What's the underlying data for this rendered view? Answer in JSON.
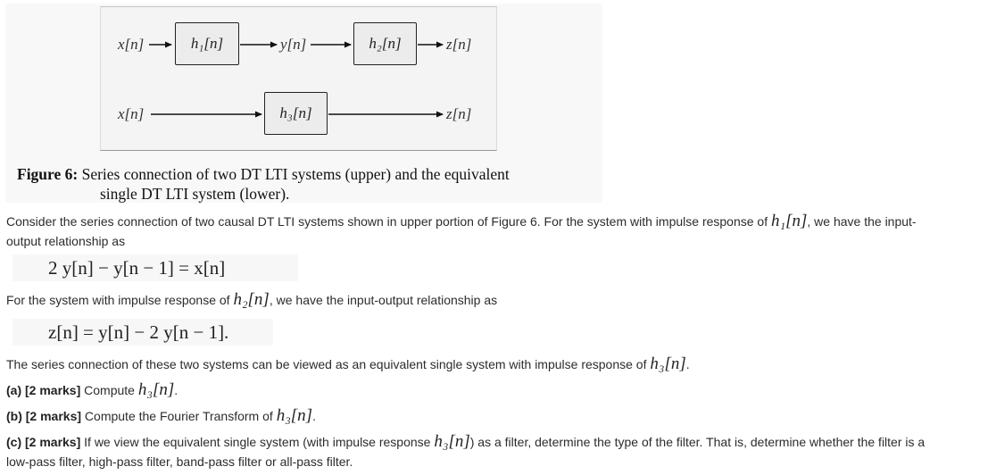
{
  "figure": {
    "upper_path": {
      "input": "x[n]",
      "block1": "h₁[n]",
      "intermediate": "y[n]",
      "block2": "h₂[n]",
      "output": "z[n]"
    },
    "lower_path": {
      "input": "x[n]",
      "block": "h₃[n]",
      "output": "z[n]"
    },
    "caption_label": "Figure 6:",
    "caption_line1": "Series connection of two DT LTI systems (upper) and the equivalent",
    "caption_line2": "single DT LTI system (lower)."
  },
  "intro": {
    "text_before": "Consider the series connection of two causal DT LTI systems shown in upper portion of Figure 6. For the system with impulse response of ",
    "math": "h₁[n]",
    "text_after_1": ", we have the input-",
    "text_line2": "output relationship as"
  },
  "equation1": "2 y[n] − y[n − 1] = x[n]",
  "para2": {
    "text_before": "For the system with impulse response of ",
    "math": "h₂[n]",
    "text_after": ", we have the input-output relationship as"
  },
  "equation2": "z[n] = y[n] − 2 y[n − 1].",
  "para3": {
    "text_before": "The series connection of these two systems can be viewed as an equivalent single system with impulse response of ",
    "math": "h₃[n]",
    "text_after": "."
  },
  "questions": [
    {
      "label": "(a) [2 marks]",
      "text": "Compute",
      "math": "h₃[n]",
      "after": "."
    },
    {
      "label": "(b) [2 marks]",
      "text": "Compute the Fourier Transform of",
      "math": "h₃[n]",
      "after": "."
    },
    {
      "label": "(c) [2 marks]",
      "text": "If we view the equivalent single system (with impulse response",
      "math": "h₃[n]",
      "after": ") as a filter, determine the type of the filter. That is, determine whether the filter is a",
      "line2": "low-pass filter, high-pass filter, band-pass filter or all-pass filter."
    }
  ]
}
